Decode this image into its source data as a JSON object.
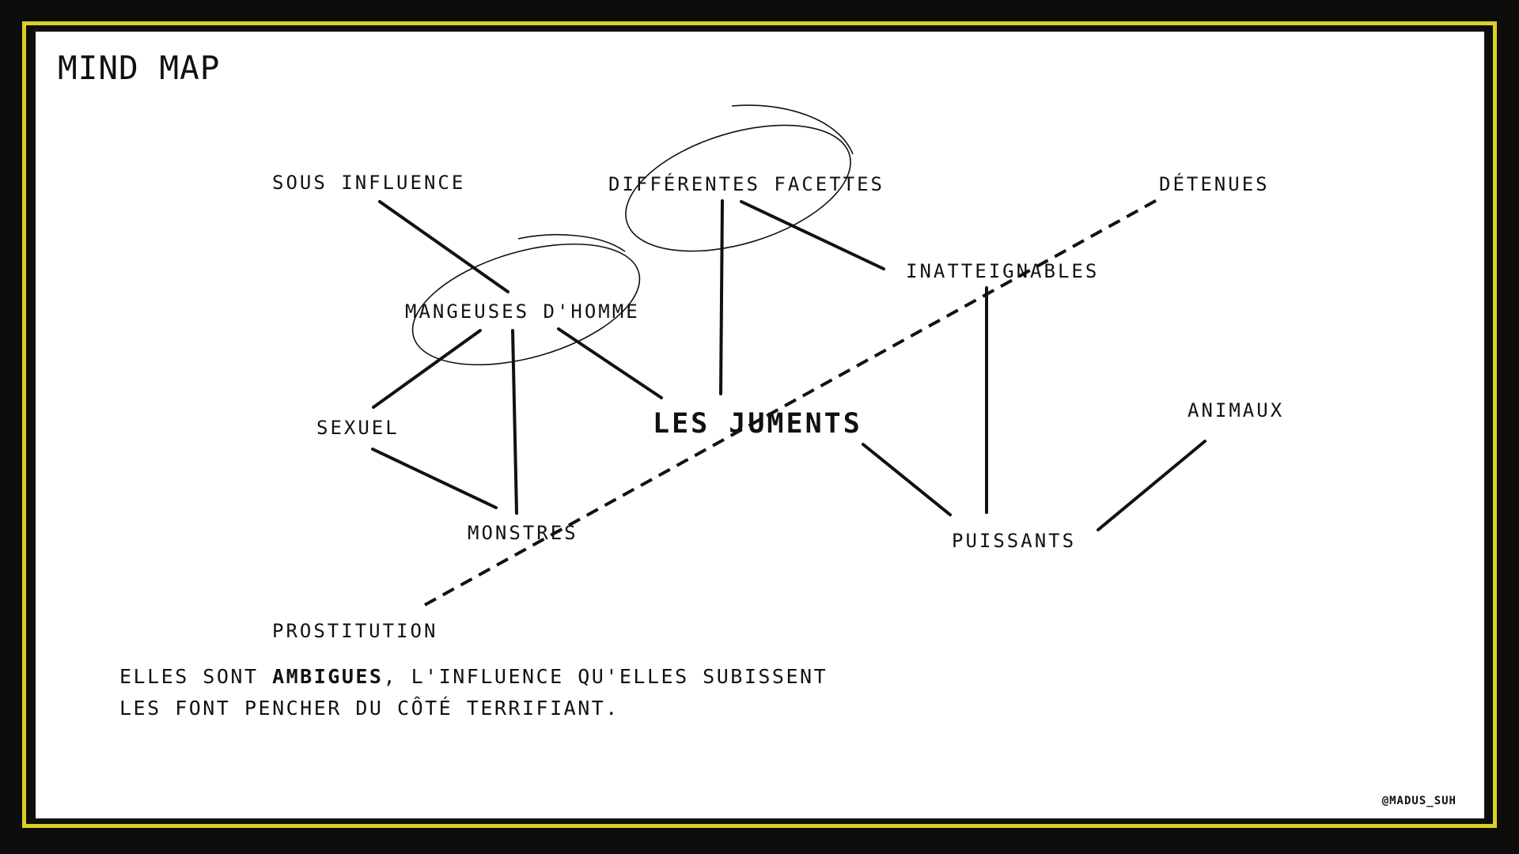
{
  "title": "MIND MAP",
  "center": "LES JUMENTS",
  "nodes": {
    "sous_influence": "SOUS INFLUENCE",
    "differentes_facettes": "DIFFÉRENTES FACETTES",
    "detenues": "DÉTENUES",
    "inatteignables": "INATTEIGNABLES",
    "mangeuses": "MANGEUSES D'HOMME",
    "sexuel": "SEXUEL",
    "animaux": "ANIMAUX",
    "monstres": "MONSTRES",
    "puissants": "PUISSANTS",
    "prostitution": "PROSTITUTION"
  },
  "caption": {
    "line1_before": "ELLES SONT ",
    "line1_bold": "AMBIGUES",
    "line1_after": ", L'INFLUENCE QU'ELLES SUBISSENT",
    "line2": "LES FONT PENCHER DU CÔTÉ TERRIFIANT."
  },
  "credit": "@MADUS_SUH",
  "colors": {
    "frame": "#d6d222",
    "background": "#0d0d0b",
    "card": "#ffffff",
    "ink": "#111111"
  }
}
